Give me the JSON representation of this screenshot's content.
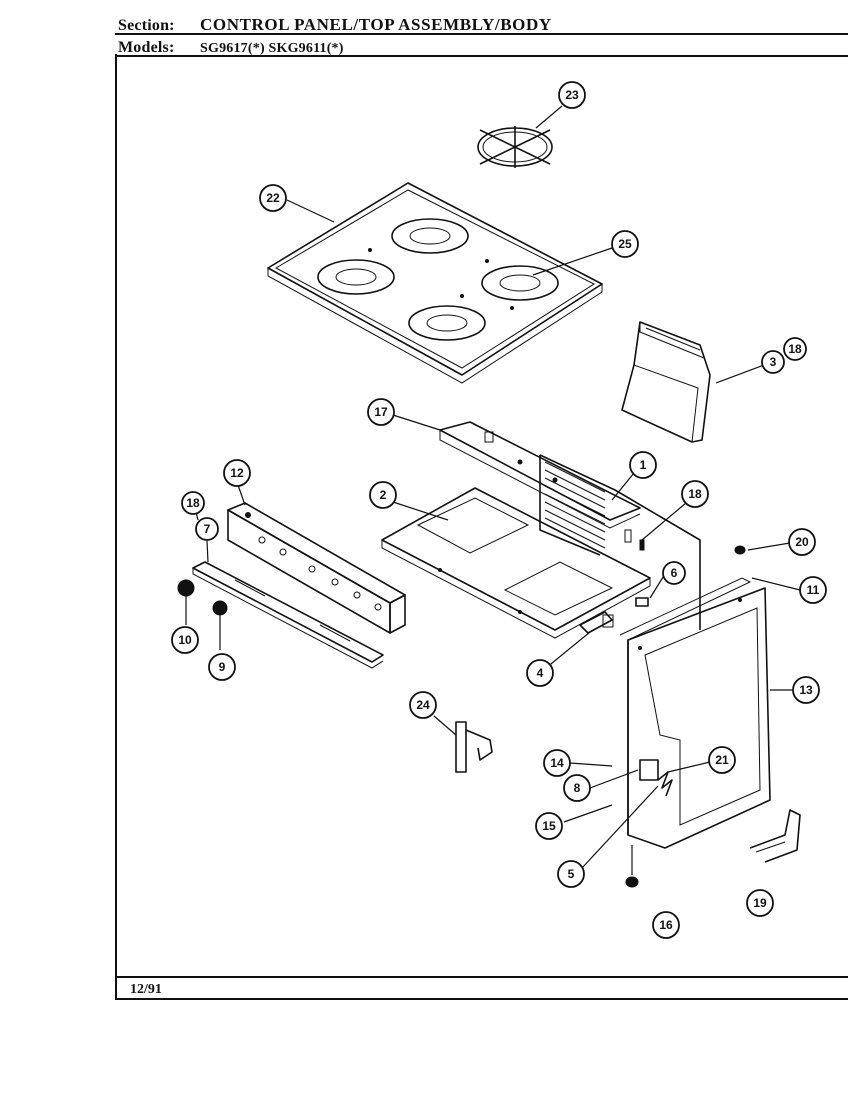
{
  "header": {
    "section_label": "Section:",
    "section_value": "CONTROL PANEL/TOP ASSEMBLY/BODY",
    "models_label": "Models:",
    "models_value": "SG9617(*)  SKG9611(*)"
  },
  "footer": {
    "date": "12/91"
  },
  "callouts": [
    {
      "id": "c23",
      "label": "23"
    },
    {
      "id": "c22",
      "label": "22"
    },
    {
      "id": "c25",
      "label": "25"
    },
    {
      "id": "c3",
      "label": "3"
    },
    {
      "id": "c18a",
      "label": "18"
    },
    {
      "id": "c17",
      "label": "17"
    },
    {
      "id": "c1",
      "label": "1"
    },
    {
      "id": "c12",
      "label": "12"
    },
    {
      "id": "c2",
      "label": "2"
    },
    {
      "id": "c18b",
      "label": "18"
    },
    {
      "id": "c18c",
      "label": "18"
    },
    {
      "id": "c7",
      "label": "7"
    },
    {
      "id": "c20",
      "label": "20"
    },
    {
      "id": "c6",
      "label": "6"
    },
    {
      "id": "c11",
      "label": "11"
    },
    {
      "id": "c10",
      "label": "10"
    },
    {
      "id": "c9",
      "label": "9"
    },
    {
      "id": "c4",
      "label": "4"
    },
    {
      "id": "c13",
      "label": "13"
    },
    {
      "id": "c24",
      "label": "24"
    },
    {
      "id": "c14",
      "label": "14"
    },
    {
      "id": "c21",
      "label": "21"
    },
    {
      "id": "c8",
      "label": "8"
    },
    {
      "id": "c15a",
      "label": "15"
    },
    {
      "id": "c5",
      "label": "5"
    },
    {
      "id": "c19",
      "label": "19"
    },
    {
      "id": "c16",
      "label": "16"
    }
  ]
}
